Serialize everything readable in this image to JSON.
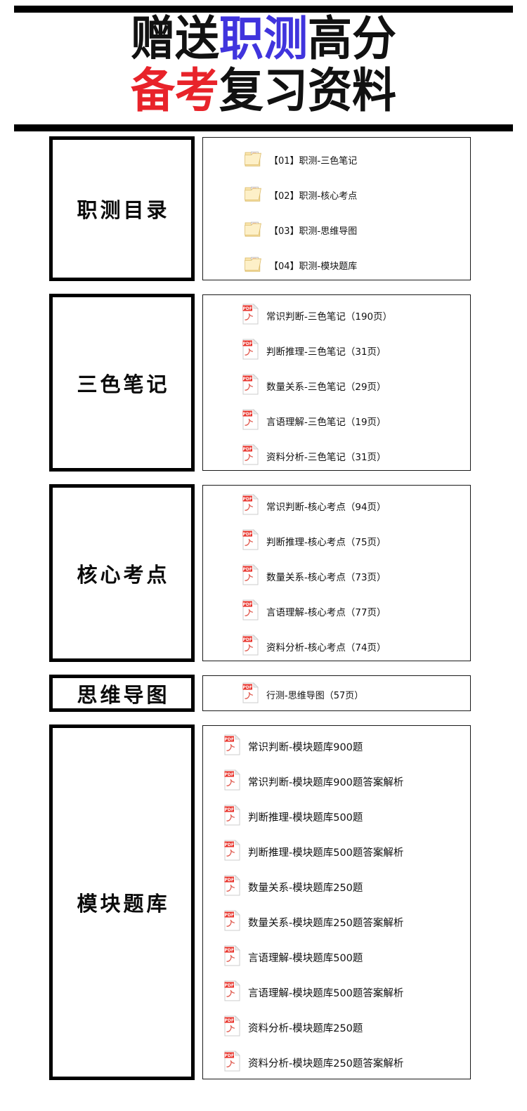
{
  "header": {
    "line1": {
      "pre": "赠送",
      "highlight": "职测",
      "post": "高分",
      "highlight_color": "#4034dd"
    },
    "line2": {
      "pre": "备考",
      "post": "复习资料",
      "highlight_color": "#e8232a"
    },
    "full_title": "赠送职测高分备考复习资料"
  },
  "sections": [
    {
      "key": "directory",
      "label": "职测目录",
      "icon_type": "folder-pdf-icon",
      "items": [
        {
          "text": "【01】职测-三色笔记"
        },
        {
          "text": "【02】职测-核心考点"
        },
        {
          "text": "【03】职测-思维导图"
        },
        {
          "text": "【04】职测-模块题库"
        }
      ]
    },
    {
      "key": "three-color-notes",
      "label": "三色笔记",
      "icon_type": "pdf-icon",
      "items": [
        {
          "text": "常识判断-三色笔记（190页）"
        },
        {
          "text": "判断推理-三色笔记（31页）"
        },
        {
          "text": "数量关系-三色笔记（29页）"
        },
        {
          "text": "言语理解-三色笔记（19页）"
        },
        {
          "text": "资料分析-三色笔记（31页）"
        }
      ]
    },
    {
      "key": "core-points",
      "label": "核心考点",
      "icon_type": "pdf-icon",
      "items": [
        {
          "text": "常识判断-核心考点（94页）"
        },
        {
          "text": "判断推理-核心考点（75页）"
        },
        {
          "text": "数量关系-核心考点（73页）"
        },
        {
          "text": "言语理解-核心考点（77页）"
        },
        {
          "text": "资料分析-核心考点（74页）"
        }
      ]
    },
    {
      "key": "mind-map",
      "label": "思维导图",
      "icon_type": "pdf-icon",
      "items": [
        {
          "text": "行测-思维导图（57页）"
        }
      ]
    },
    {
      "key": "question-bank",
      "label": "模块题库",
      "icon_type": "pdf-icon",
      "items": [
        {
          "text": "常识判断-模块题库900题"
        },
        {
          "text": "常识判断-模块题库900题答案解析"
        },
        {
          "text": "判断推理-模块题库500题"
        },
        {
          "text": "判断推理-模块题库500题答案解析"
        },
        {
          "text": "数量关系-模块题库250题"
        },
        {
          "text": "数量关系-模块题库250题答案解析"
        },
        {
          "text": "言语理解-模块题库500题"
        },
        {
          "text": "言语理解-模块题库500题答案解析"
        },
        {
          "text": "资料分析-模块题库250题"
        },
        {
          "text": "资料分析-模块题库250题答案解析"
        }
      ]
    }
  ],
  "colors": {
    "rule": "#000000",
    "blue_accent": "#4034dd",
    "red_accent": "#e8232a",
    "pdf_red": "#e8322a",
    "folder_yellow": "#fbe3a0",
    "text": "#101010"
  }
}
